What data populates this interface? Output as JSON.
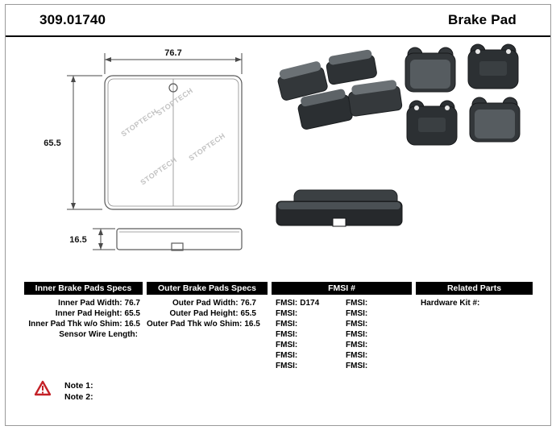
{
  "header": {
    "part_number": "309.01740",
    "title": "Brake Pad"
  },
  "drawing": {
    "width_dim": "76.7",
    "height_dim": "65.5",
    "thickness_dim": "16.5",
    "watermark": "STOPTECH"
  },
  "table": {
    "inner": {
      "header": "Inner Brake Pads Specs",
      "rows": [
        {
          "label": "Inner Pad Width:",
          "value": "76.7"
        },
        {
          "label": "Inner Pad Height:",
          "value": "65.5"
        },
        {
          "label": "Inner Pad Thk w/o Shim:",
          "value": "16.5"
        },
        {
          "label": "Sensor Wire Length:",
          "value": ""
        }
      ]
    },
    "outer": {
      "header": "Outer Brake Pads Specs",
      "rows": [
        {
          "label": "Outer Pad Width:",
          "value": "76.7"
        },
        {
          "label": "Outer Pad Height:",
          "value": "65.5"
        },
        {
          "label": "Outer Pad Thk w/o Shim:",
          "value": "16.5"
        }
      ]
    },
    "fmsi": {
      "header": "FMSI #",
      "rows": [
        {
          "left_label": "FMSI:",
          "left_value": "D174",
          "right_label": "FMSI:",
          "right_value": ""
        },
        {
          "left_label": "FMSI:",
          "left_value": "",
          "right_label": "FMSI:",
          "right_value": ""
        },
        {
          "left_label": "FMSI:",
          "left_value": "",
          "right_label": "FMSI:",
          "right_value": ""
        },
        {
          "left_label": "FMSI:",
          "left_value": "",
          "right_label": "FMSI:",
          "right_value": ""
        },
        {
          "left_label": "FMSI:",
          "left_value": "",
          "right_label": "FMSI:",
          "right_value": ""
        },
        {
          "left_label": "FMSI:",
          "left_value": "",
          "right_label": "FMSI:",
          "right_value": ""
        },
        {
          "left_label": "FMSI:",
          "left_value": "",
          "right_label": "FMSI:",
          "right_value": ""
        }
      ]
    },
    "related": {
      "header": "Related Parts",
      "rows": [
        {
          "label": "Hardware Kit #:",
          "value": ""
        }
      ]
    }
  },
  "notes": {
    "note1": "Note 1:",
    "note2": "Note 2:"
  },
  "colors": {
    "header_bar": "#000000",
    "warning_red": "#c42127",
    "pad_dark": "#2c3033",
    "pad_mid": "#4a5054",
    "watermark_gray": "#c3c3c3"
  }
}
